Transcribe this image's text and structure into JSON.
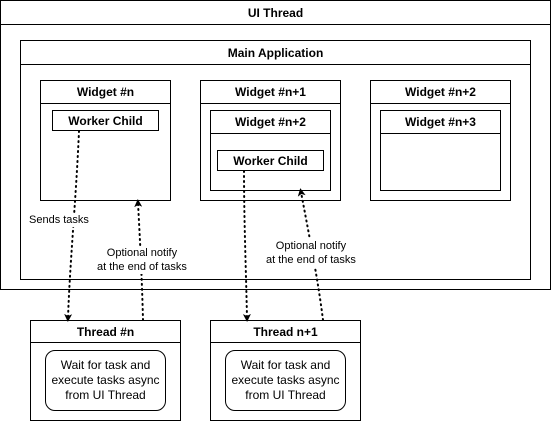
{
  "ui_thread": {
    "title": "UI Thread"
  },
  "main_application": {
    "title": "Main Application"
  },
  "widgets": {
    "n": {
      "title": "Widget #n",
      "child": "Worker Child"
    },
    "n1": {
      "title": "Widget #n+1",
      "inner": {
        "title": "Widget #n+2",
        "child": "Worker Child"
      }
    },
    "n2": {
      "title": "Widget #n+2",
      "inner": {
        "title": "Widget #n+3"
      }
    }
  },
  "threads": {
    "n": {
      "title": "Thread #n",
      "task_lines": [
        "Wait for task and",
        "execute tasks async",
        "from UI Thread"
      ]
    },
    "n1": {
      "title": "Thread n+1",
      "task_lines": [
        "Wait for task and",
        "execute tasks async",
        "from UI Thread"
      ]
    }
  },
  "labels": {
    "sends_tasks": "Sends tasks",
    "notify_1": [
      "Optional notify",
      "at the end of tasks"
    ],
    "notify_2": [
      "Optional notify",
      "at the end of tasks"
    ]
  },
  "colors": {
    "line": "#000000",
    "background": "#ffffff"
  }
}
